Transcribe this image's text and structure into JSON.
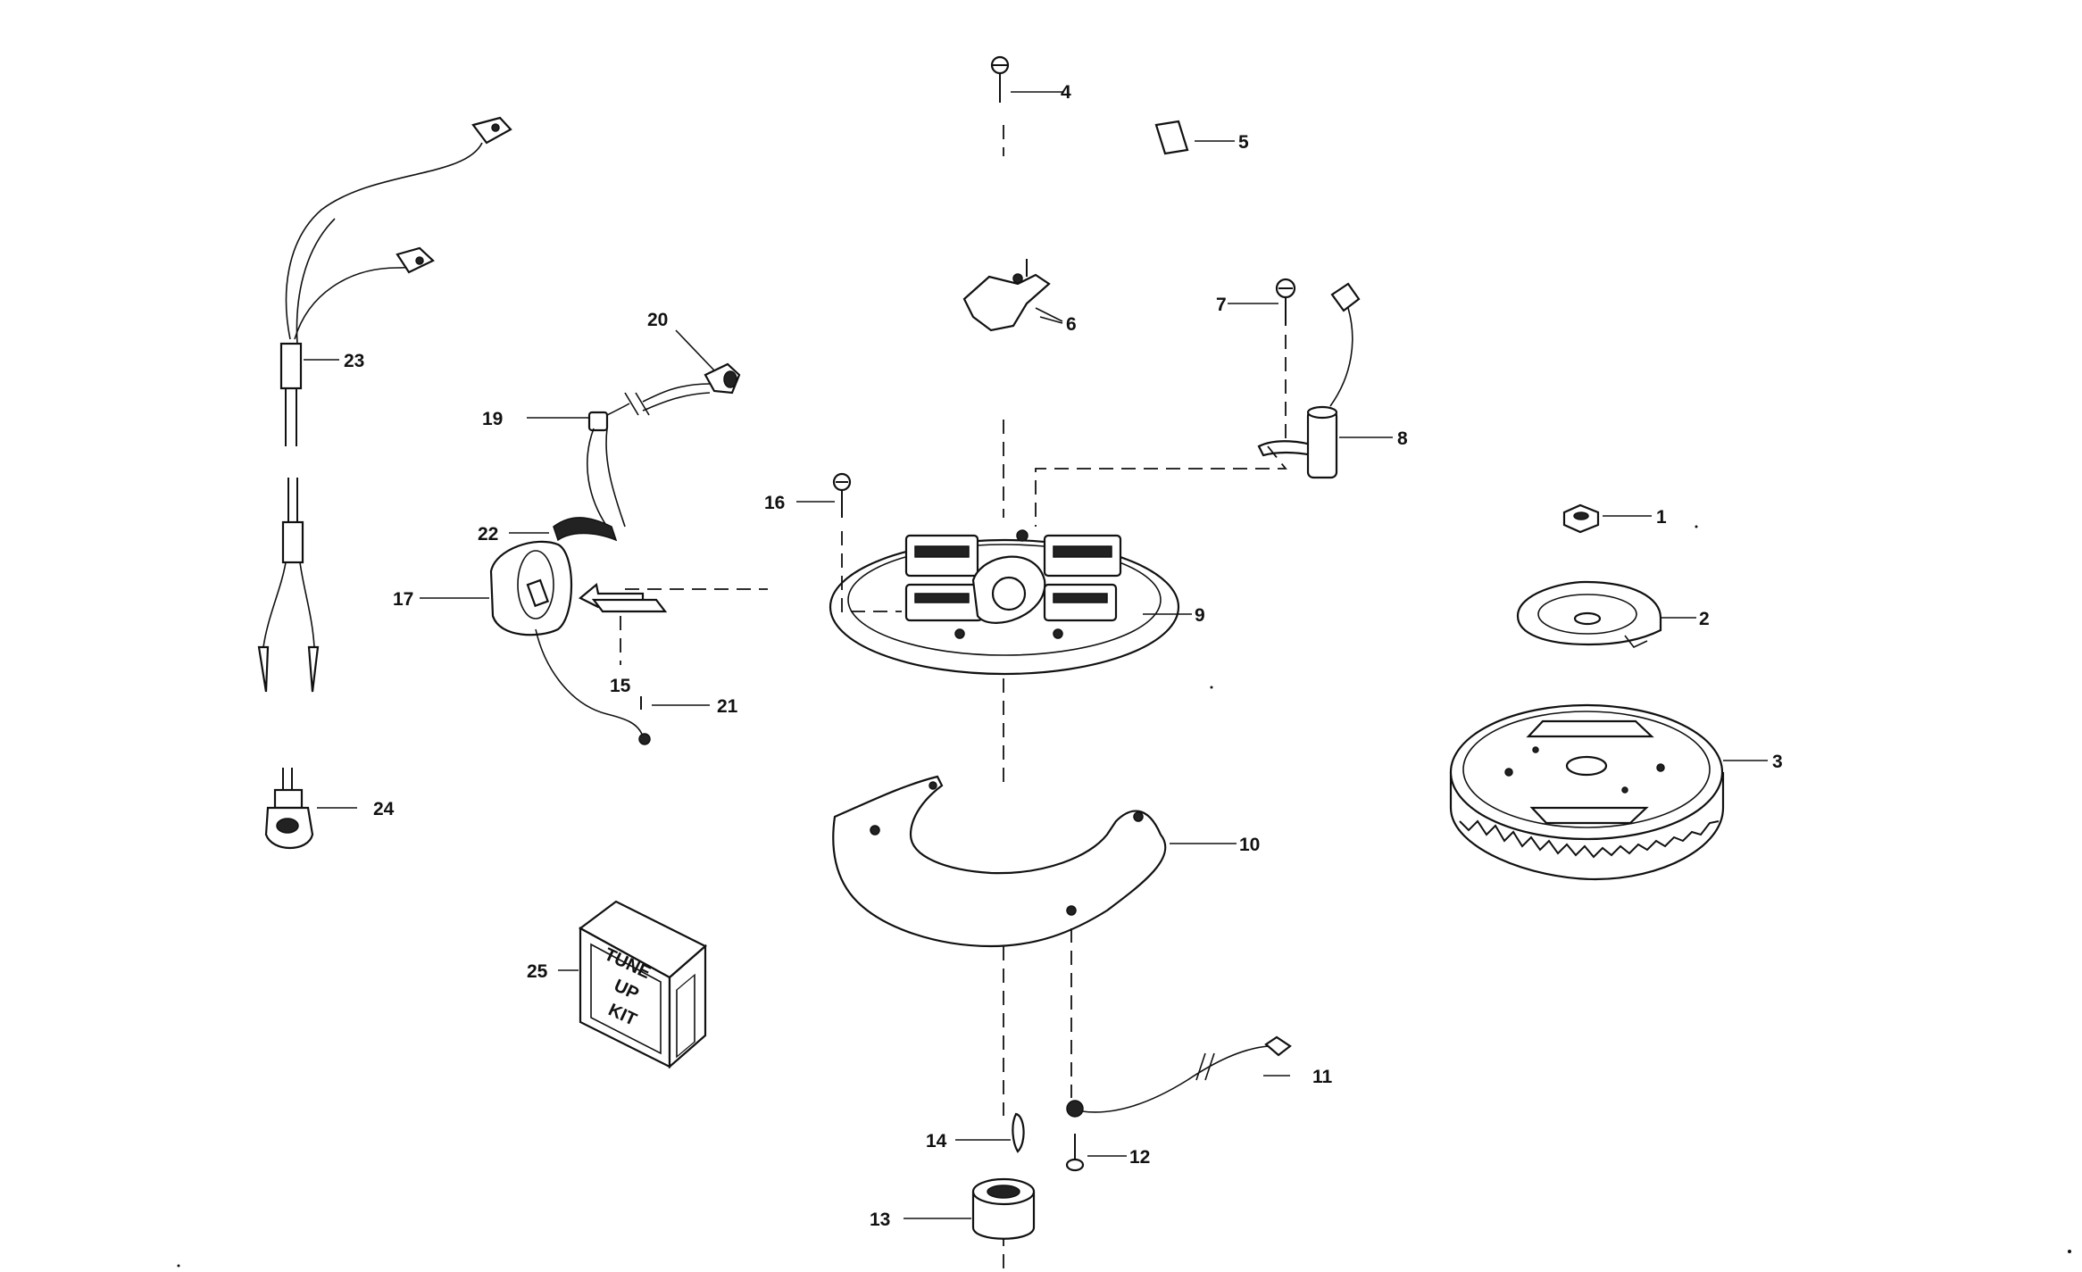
{
  "labels": {
    "p1": "1",
    "p2": "2",
    "p3": "3",
    "p4": "4",
    "p5": "5",
    "p6": "6",
    "p7": "7",
    "p8": "8",
    "p9": "9",
    "p10": "10",
    "p11": "11",
    "p12": "12",
    "p13": "13",
    "p14": "14",
    "p15": "15",
    "p16": "16",
    "p17": "17",
    "p19": "19",
    "p20": "20",
    "p21": "21",
    "p22": "22",
    "p23": "23",
    "p24": "24",
    "p25": "25"
  },
  "kit": {
    "line1": "TUNE",
    "line2": "UP",
    "line3": "KIT"
  }
}
